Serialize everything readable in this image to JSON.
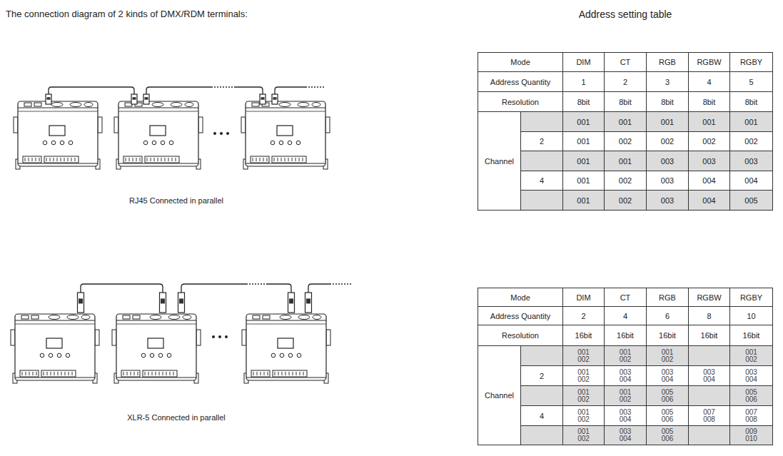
{
  "diagram": {
    "title": "The connection diagram of 2 kinds of DMX/RDM terminals:",
    "labels": [
      "Address setting table",
      "RJ45 Connected in parallel",
      "XLR-5 Connected in parallel",
      "Mode",
      "DIM",
      "CT",
      "RGB",
      "RGBW",
      "RGBY",
      "Address Quantity",
      "1",
      "2",
      "3",
      "4",
      "5",
      "Resolution",
      "8bit",
      "8bit",
      "8bit",
      "8bit",
      "8bit",
      "Channel",
      "001",
      "001",
      "001",
      "001",
      "001",
      "2",
      "001",
      "002",
      "002",
      "002",
      "002",
      "001",
      "001",
      "003",
      "003",
      "003",
      "4",
      "001",
      "002",
      "003",
      "004",
      "004",
      "001",
      "002",
      "003",
      "004",
      "005",
      "Mode",
      "DIM",
      "CT",
      "RGB",
      "RGBW",
      "RGBY",
      "Address Quantity",
      "2",
      "4",
      "6",
      "8",
      "10",
      "Resolution",
      "16bit",
      "16bit",
      "16bit",
      "16bit",
      "16bit",
      "Channel",
      "001 002",
      "001 002",
      "001 002",
      "001 002",
      "2",
      "001 002",
      "003 004",
      "003 004",
      "003 004",
      "003 004",
      "001 002",
      "001 002",
      "005 006",
      "005 006",
      "4",
      "001 002",
      "003 004",
      "005 006",
      "007 008",
      "007 008",
      "001 002",
      "003 004",
      "005 006",
      "009 010"
    ]
  }
}
